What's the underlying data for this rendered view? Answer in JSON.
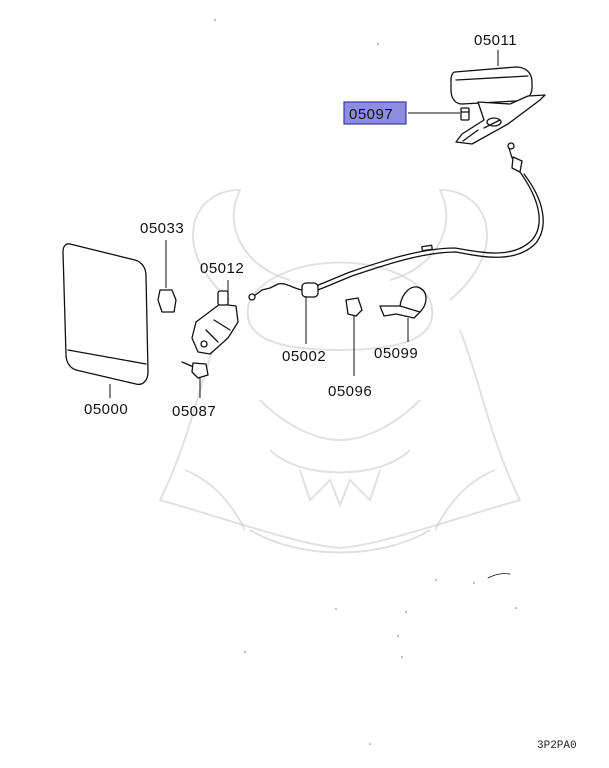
{
  "parts": {
    "p05011": "05011",
    "p05097": "05097",
    "p05033": "05033",
    "p05012": "05012",
    "p05000": "05000",
    "p05087": "05087",
    "p05002": "05002",
    "p05096": "05096",
    "p05099": "05099"
  },
  "highlight": {
    "color": "#8c8ce0"
  },
  "diagram_code": "3P2PA0",
  "watermark": "samurai-helmet-logo"
}
